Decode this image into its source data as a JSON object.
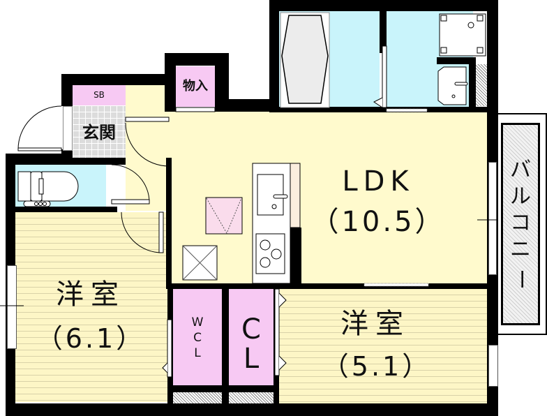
{
  "floorplan": {
    "rooms": {
      "ldk": {
        "name": "LDK",
        "size": "（10.5）"
      },
      "western_room_1": {
        "name": "洋室",
        "size": "（6.1）"
      },
      "western_room_2": {
        "name": "洋室",
        "size": "（5.1）"
      },
      "entrance": {
        "name": "玄関"
      },
      "shoe_box": {
        "name": "SB"
      },
      "storage": {
        "name": "物入"
      },
      "walk_in_closet": {
        "name_lines": [
          "W",
          "C",
          "L"
        ]
      },
      "closet": {
        "name_lines": [
          "C",
          "L"
        ]
      },
      "balcony": {
        "name_lines": [
          "バ",
          "ル",
          "コ",
          "ニ",
          "ー"
        ]
      }
    },
    "colors": {
      "wall": "#000000",
      "ldk_floor": "#fffacd",
      "bedroom_floor": "#fdf6c6",
      "storage": "#f7c9f3",
      "wet_area": "#c9f4fb",
      "entrance_tile": "#dcdcdc",
      "balcony": "#e8e8e8"
    }
  }
}
